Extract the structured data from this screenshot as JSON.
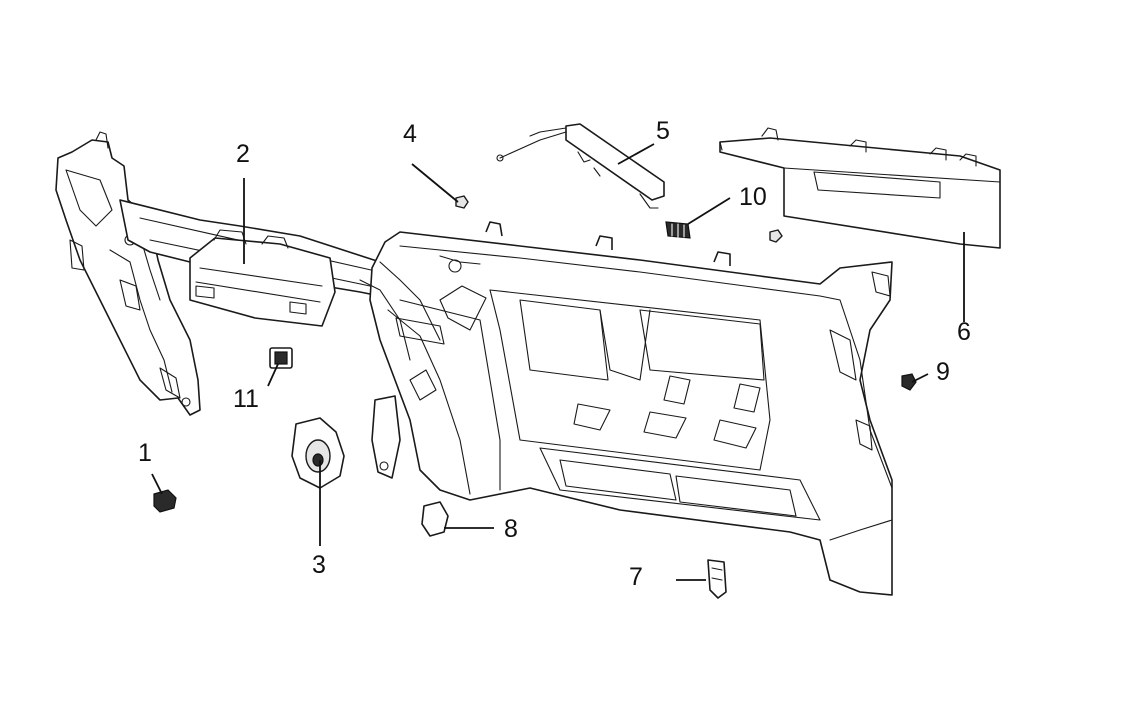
{
  "callouts": [
    {
      "id": "1",
      "label": "1"
    },
    {
      "id": "2",
      "label": "2"
    },
    {
      "id": "3",
      "label": "3"
    },
    {
      "id": "4",
      "label": "4"
    },
    {
      "id": "5",
      "label": "5"
    },
    {
      "id": "6",
      "label": "6"
    },
    {
      "id": "7",
      "label": "7"
    },
    {
      "id": "8",
      "label": "8"
    },
    {
      "id": "9",
      "label": "9"
    },
    {
      "id": "10",
      "label": "10"
    },
    {
      "id": "11",
      "label": "11"
    }
  ],
  "colors": {
    "line": "#1a1a1a",
    "background": "#ffffff",
    "part_fill": "#e6e6e6",
    "dark_part": "#2a2a2a"
  }
}
